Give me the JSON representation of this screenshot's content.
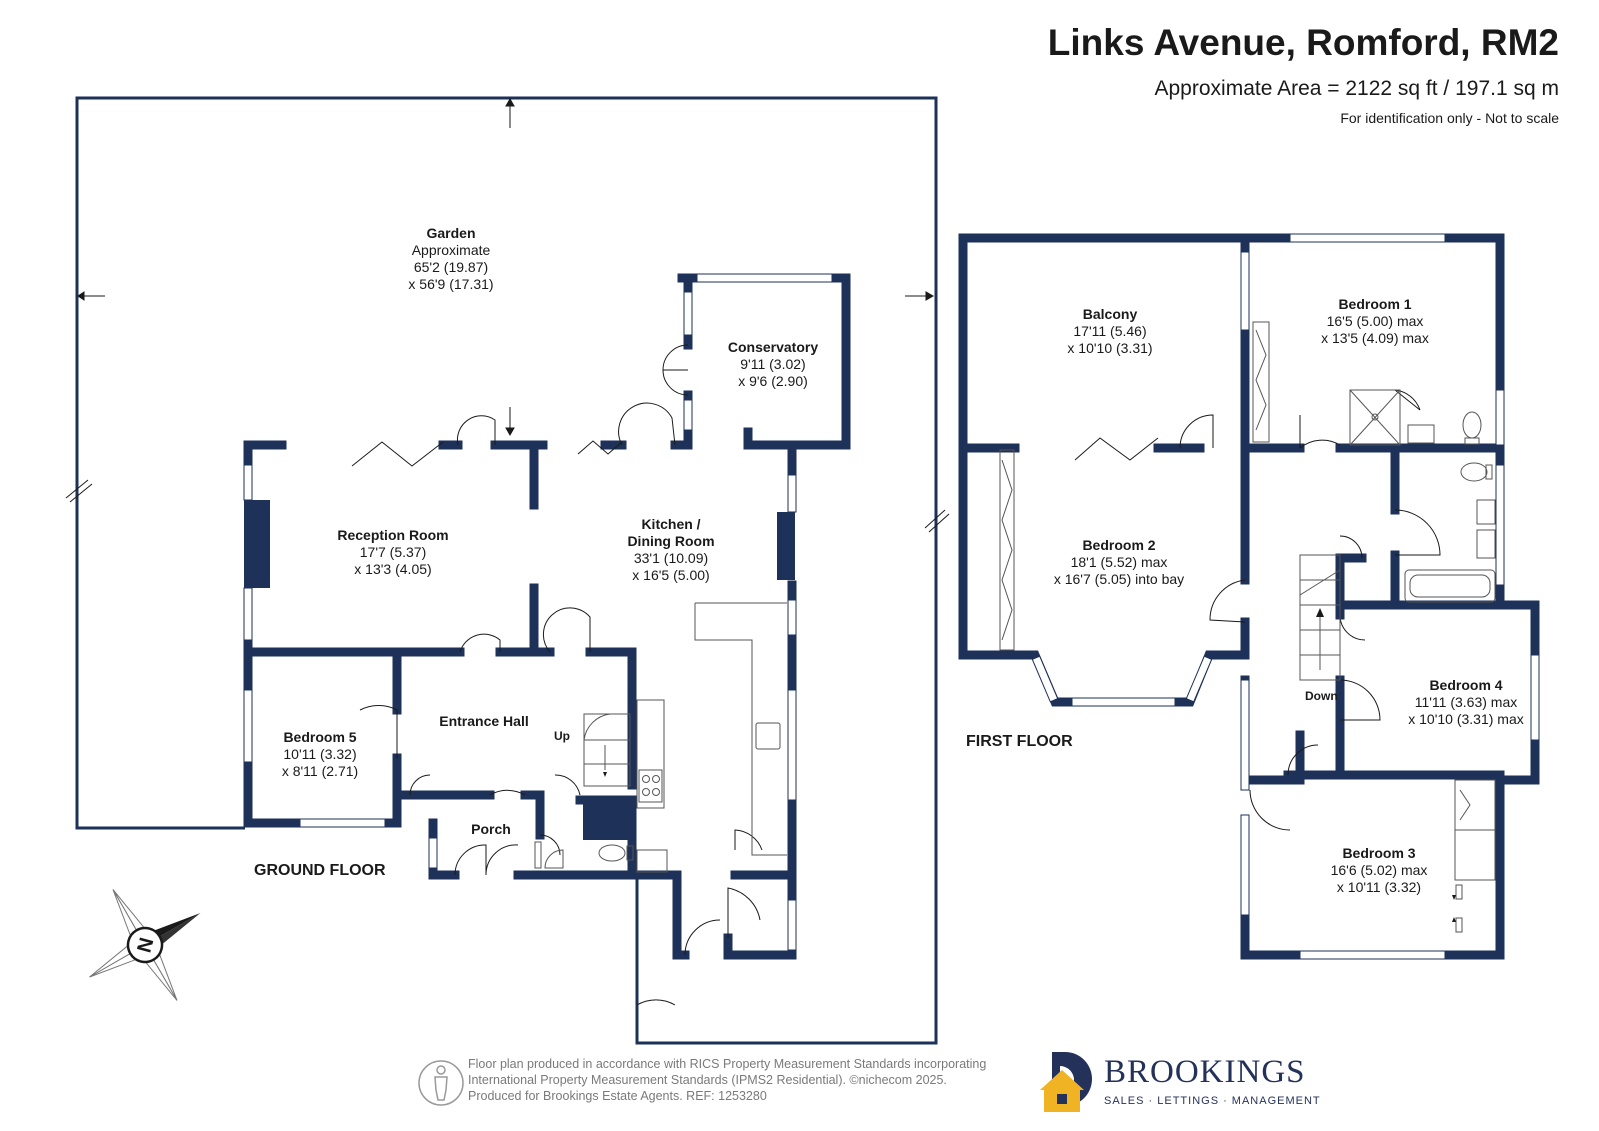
{
  "header": {
    "title": "Links Avenue, Romford, RM2",
    "area": "Approximate Area = 2122 sq ft / 197.1 sq m",
    "note": "For identification only - Not to scale"
  },
  "floors": {
    "ground": "GROUND FLOOR",
    "first": "FIRST FLOOR"
  },
  "rooms": {
    "garden": {
      "name": "Garden",
      "l1": "Approximate",
      "l2": "65'2 (19.87)",
      "l3": "x 56'9 (17.31)"
    },
    "conservatory": {
      "name": "Conservatory",
      "l1": "9'11 (3.02)",
      "l2": "x 9'6 (2.90)"
    },
    "reception": {
      "name": "Reception Room",
      "l1": "17'7 (5.37)",
      "l2": "x 13'3 (4.05)"
    },
    "kitchen": {
      "name1": "Kitchen /",
      "name2": "Dining Room",
      "l1": "33'1 (10.09)",
      "l2": "x 16'5 (5.00)"
    },
    "hall": {
      "name": "Entrance Hall"
    },
    "bedroom5": {
      "name": "Bedroom 5",
      "l1": "10'11 (3.32)",
      "l2": "x 8'11 (2.71)"
    },
    "porch": {
      "name": "Porch"
    },
    "balcony": {
      "name": "Balcony",
      "l1": "17'11 (5.46)",
      "l2": "x 10'10 (3.31)"
    },
    "bedroom1": {
      "name": "Bedroom 1",
      "l1": "16'5 (5.00) max",
      "l2": "x 13'5 (4.09) max"
    },
    "bedroom2": {
      "name": "Bedroom 2",
      "l1": "18'1 (5.52) max",
      "l2": "x 16'7 (5.05) into bay"
    },
    "bedroom4": {
      "name": "Bedroom 4",
      "l1": "11'11 (3.63) max",
      "l2": "x 10'10 (3.31) max"
    },
    "bedroom3": {
      "name": "Bedroom 3",
      "l1": "16'6 (5.02) max",
      "l2": "x 10'11 (3.32)"
    }
  },
  "stairs": {
    "up": "Up",
    "down": "Down"
  },
  "compass": {
    "letter": "N"
  },
  "footer": {
    "line1": "Floor plan produced in accordance with RICS Property Measurement Standards incorporating",
    "line2": "International Property Measurement Standards (IPMS2 Residential).  ©nichecom 2025.",
    "line3": "Produced for Brookings Estate Agents.    REF: 1253280"
  },
  "brand": {
    "name": "BROOKINGS",
    "tagline": "SALES · LETTINGS · MANAGEMENT"
  },
  "colors": {
    "wall": "#1e3158",
    "text": "#1a1a1a",
    "brand": "#24325a",
    "accent": "#f0b323"
  }
}
